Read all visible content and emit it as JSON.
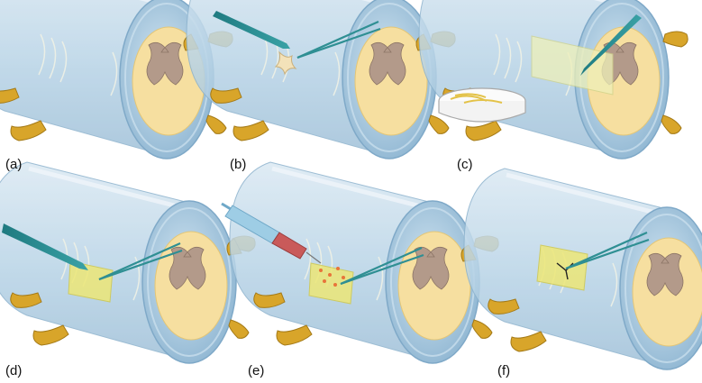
{
  "panels": [
    {
      "id": "a",
      "label": "(a)",
      "tool": "none"
    },
    {
      "id": "b",
      "label": "(b)",
      "tool": "forceps-and-scalpel"
    },
    {
      "id": "c",
      "label": "(c)",
      "tool": "scalpel-and-petri-dish"
    },
    {
      "id": "d",
      "label": "(d)",
      "tool": "forceps-and-scalpel"
    },
    {
      "id": "e",
      "label": "(e)",
      "tool": "forceps-and-syringe"
    },
    {
      "id": "f",
      "label": "(f)",
      "tool": "forceps"
    }
  ],
  "colors": {
    "dura": "#b7d3e6",
    "dura_edge": "#7fa9c8",
    "cord": "#f6dfa0",
    "grey_matter": "#b39a8a",
    "root": "#d8a52a",
    "scaffold": "#ede777",
    "instrument": "#2f8f93",
    "syringe_body": "#9ecde5",
    "syringe_tip": "#c95a5a",
    "dots": "#e8743a"
  }
}
